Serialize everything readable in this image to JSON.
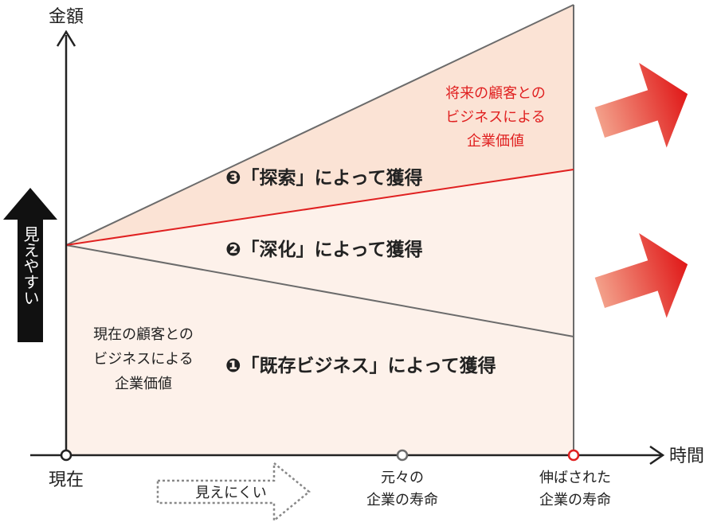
{
  "axes": {
    "y_label": "金額",
    "x_label": "時間",
    "origin_label": "現在"
  },
  "timeline": {
    "original_lifespan": [
      "元々の",
      "企業の寿命"
    ],
    "extended_lifespan": [
      "伸ばされた",
      "企業の寿命"
    ]
  },
  "future_value": [
    "将来の顧客との",
    "ビジネスによる",
    "企業価値"
  ],
  "current_value": [
    "現在の顧客との",
    "ビジネスによる",
    "企業価値"
  ],
  "acquisition": {
    "explore": "❸「探索」によって獲得",
    "deepen": "❷「深化」によって獲得",
    "existing": "❶「既存ビジネス」によって獲得"
  },
  "visibility": {
    "visible": "見えやすい",
    "invisible": "見えにくい"
  },
  "colors": {
    "upper_region": "#fbe3d5",
    "lower_region": "#fdf1ea",
    "accent_red": "#e02020",
    "axis": "#222222",
    "line_gray": "#6b6b6b"
  }
}
